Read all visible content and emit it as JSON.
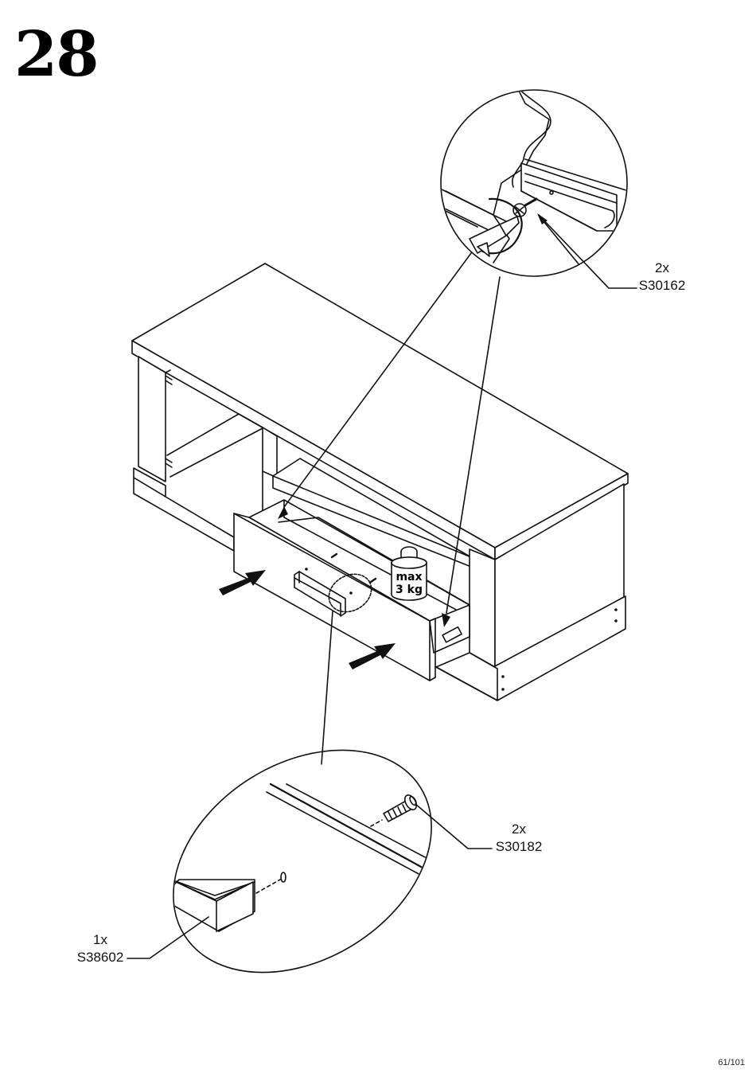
{
  "step": {
    "number": "28"
  },
  "callouts": {
    "drawer_screw": {
      "qty": "2x",
      "code": "S30162"
    },
    "handle_screw": {
      "qty": "2x",
      "code": "S30182"
    },
    "handle": {
      "qty": "1x",
      "code": "S38602"
    }
  },
  "weight_limit": {
    "line1": "max",
    "line2": "3 kg"
  },
  "page": {
    "number": "61/101"
  },
  "icons": [
    "push-arrow-icon",
    "rotate-arrow-icon",
    "weight-icon",
    "screw-icon"
  ]
}
